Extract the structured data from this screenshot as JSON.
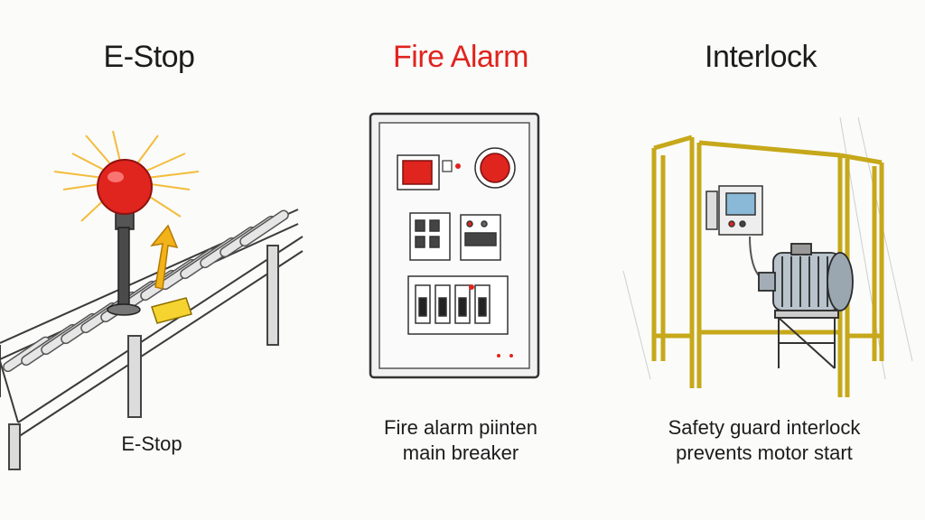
{
  "panels": [
    {
      "title": "E-Stop",
      "title_color": "#1c1c1c",
      "caption_line1": "E-Stop",
      "caption_line2": ""
    },
    {
      "title": "Fire Alarm",
      "title_color": "#e0241e",
      "caption_line1": "Fire alarm piinten",
      "caption_line2": "main breaker"
    },
    {
      "title": "Interlock",
      "title_color": "#1c1c1c",
      "caption_line1": "Safety guard interlock",
      "caption_line2": "prevents motor start"
    }
  ],
  "colors": {
    "estop_red": "#e0241e",
    "guard_yellow": "#e8cf3a",
    "ink": "#2a2a2a"
  }
}
